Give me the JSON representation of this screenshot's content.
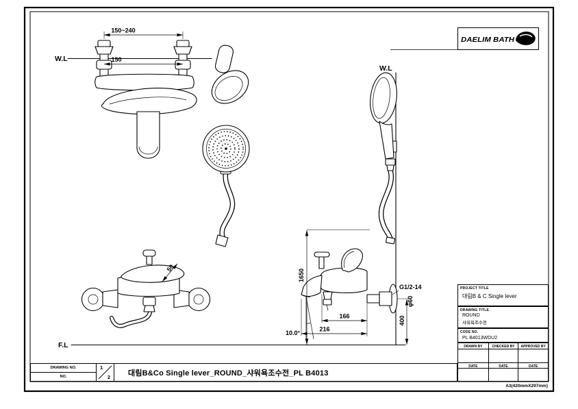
{
  "sheet": {
    "paper_note": "A3(420mmX297mm)"
  },
  "logo": {
    "brand": "DAELIM BATH"
  },
  "title_block": {
    "project_title_label": "PROJECT TITLE",
    "project_title": "대림B & C Single lever",
    "drawing_title_label": "DRAWING TITLE",
    "drawing_title_line1": "ROUND",
    "drawing_title_line2": "샤워욕조수전",
    "code_no_label": "CODE NO.",
    "code_no": "PL B4013WDU2",
    "drawn_by_label": "DRAWN BY",
    "checked_by_label": "CHECKED BY",
    "approved_by_label": "APPROVED BY",
    "date_label": "DATE"
  },
  "bottom_bar": {
    "drawing_no_label": "DRAWING NO.",
    "no_label": "NO.",
    "sheet_current": "1",
    "sheet_total": "2",
    "title": "대림B&Co Single lever_ROUND_샤워욕조수전_PL B4013"
  },
  "annotations": {
    "wall_line_left": "W.L",
    "wall_line_right": "W.L",
    "floor_line": "F.L",
    "dim_span_adjustable": "150~240",
    "dim_span": "150",
    "dim_lever": "50",
    "dim_height": "1650",
    "dim_spout_height": "400",
    "dim_wall_to_body": "166",
    "dim_wall_to_spout": "216",
    "thread_spec": "G1/2-14",
    "flange_diameter": "φ60",
    "spout_angle": "10.0°"
  }
}
